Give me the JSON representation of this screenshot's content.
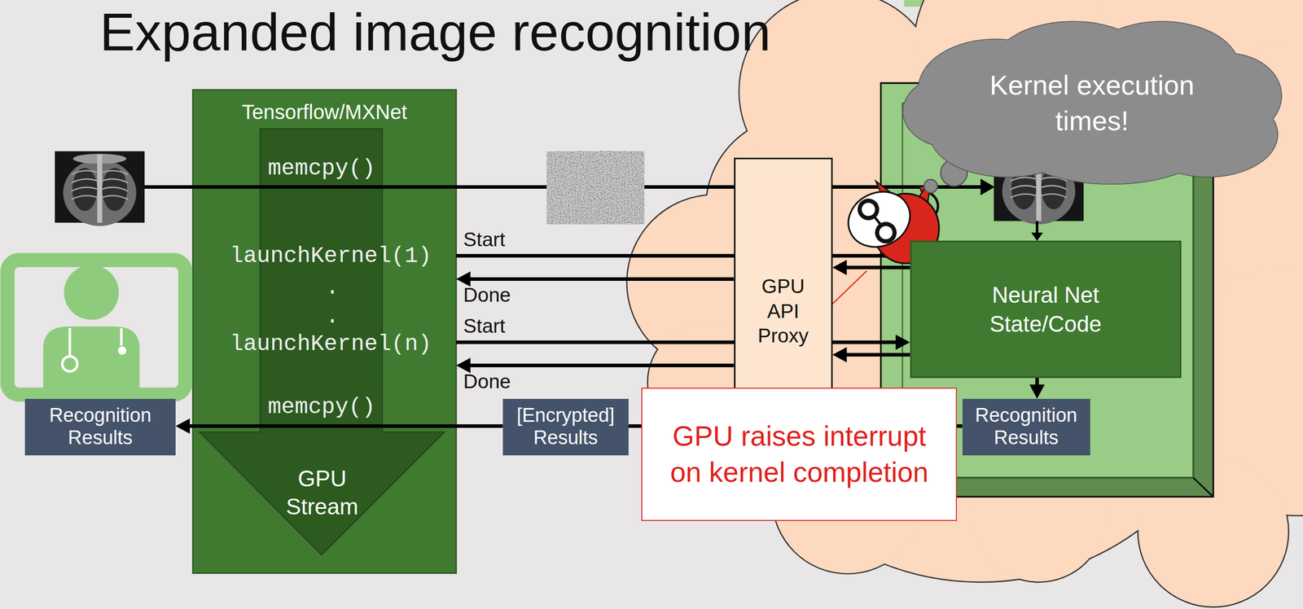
{
  "diagram": {
    "title": "Expanded image recognition",
    "nodes": [
      {
        "text": [
          "Tensorflow/MXNet"
        ]
      },
      {
        "text": [
          "GPU Stream"
        ],
        "in": 0
      },
      {
        "text": [
          "Recognition Results"
        ]
      },
      {
        "text": [
          "[Encrypted] Results"
        ]
      },
      {
        "text": [
          "GPU API Proxy"
        ]
      },
      {
        "text": [
          "Neural Net State/Code"
        ]
      },
      {
        "text": [
          "Recognition Results"
        ]
      },
      {
        "text": [
          "Kernel execution times!"
        ]
      },
      {
        "text": [
          "GPU raises interrupt on kernel completion"
        ]
      }
    ],
    "edges": [
      {
        "from": 0,
        "to": 5,
        "arrow": "to",
        "label": "Start"
      },
      {
        "from": 5,
        "to": 4,
        "arrow": "to"
      },
      {
        "from": 4,
        "to": 0,
        "arrow": "to",
        "label": "Done"
      },
      {
        "from": 0,
        "to": 5,
        "arrow": "to",
        "label": "Start"
      },
      {
        "from": 5,
        "to": 4,
        "arrow": "to"
      },
      {
        "from": 4,
        "to": 0,
        "arrow": "to",
        "label": "Done"
      },
      {
        "from": 5,
        "to": 6,
        "arrow": "to"
      },
      {
        "from": 6,
        "to": 3,
        "arrow": "none"
      },
      {
        "from": 3,
        "to": 2,
        "arrow": "to"
      }
    ],
    "labels": [
      "memcpy()",
      "launchKernel(1)",
      ".",
      ".",
      "launchKernel(n)",
      "memcpy()"
    ]
  }
}
